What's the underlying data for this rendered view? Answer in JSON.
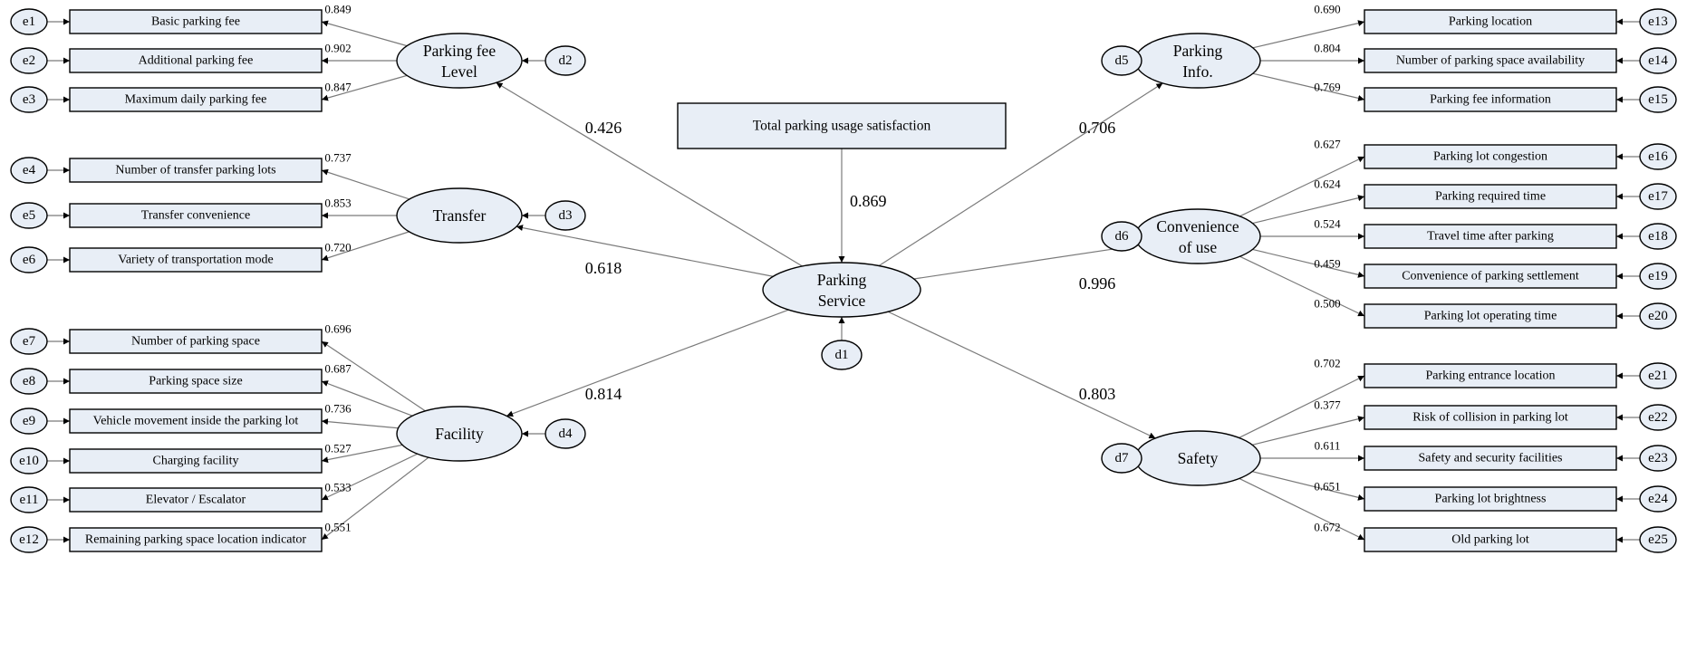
{
  "outcome": {
    "label": "Total parking usage satisfaction",
    "coef": "0.869"
  },
  "central": {
    "lines": [
      "Parking",
      "Service"
    ],
    "disturbance": "d1"
  },
  "factors": [
    {
      "id": "fee",
      "lines": [
        "Parking  fee",
        "Level"
      ],
      "disturbance": "d2",
      "path_coef": "0.426",
      "indicators": [
        {
          "err": "e1",
          "label": "Basic parking fee",
          "loading": "0.849"
        },
        {
          "err": "e2",
          "label": "Additional parking fee",
          "loading": "0.902"
        },
        {
          "err": "e3",
          "label": "Maximum daily parking fee",
          "loading": "0.847"
        }
      ]
    },
    {
      "id": "transfer",
      "lines": [
        "Transfer"
      ],
      "disturbance": "d3",
      "path_coef": "0.618",
      "indicators": [
        {
          "err": "e4",
          "label": "Number of transfer parking lots",
          "loading": "0.737"
        },
        {
          "err": "e5",
          "label": "Transfer convenience",
          "loading": "0.853"
        },
        {
          "err": "e6",
          "label": "Variety of transportation mode",
          "loading": "0.720"
        }
      ]
    },
    {
      "id": "facility",
      "lines": [
        "Facility"
      ],
      "disturbance": "d4",
      "path_coef": "0.814",
      "indicators": [
        {
          "err": "e7",
          "label": "Number of parking space",
          "loading": "0.696"
        },
        {
          "err": "e8",
          "label": "Parking space size",
          "loading": "0.687"
        },
        {
          "err": "e9",
          "label": "Vehicle movement inside the parking lot",
          "loading": "0.736"
        },
        {
          "err": "e10",
          "label": "Charging facility",
          "loading": "0.527"
        },
        {
          "err": "e11",
          "label": "Elevator / Escalator",
          "loading": "0.533"
        },
        {
          "err": "e12",
          "label": "Remaining parking space location indicator",
          "loading": "0.551"
        }
      ]
    },
    {
      "id": "info",
      "lines": [
        "Parking",
        "Info."
      ],
      "disturbance": "d5",
      "path_coef": "0.706",
      "indicators": [
        {
          "err": "e13",
          "label": "Parking location",
          "loading": "0.690"
        },
        {
          "err": "e14",
          "label": "Number of parking space availability",
          "loading": "0.804"
        },
        {
          "err": "e15",
          "label": "Parking fee information",
          "loading": "0.769"
        }
      ]
    },
    {
      "id": "convenience",
      "lines": [
        "Convenience",
        "of use"
      ],
      "disturbance": "d6",
      "path_coef": "0.996",
      "indicators": [
        {
          "err": "e16",
          "label": "Parking lot congestion",
          "loading": "0.627"
        },
        {
          "err": "e17",
          "label": "Parking required time",
          "loading": "0.624"
        },
        {
          "err": "e18",
          "label": "Travel time after parking",
          "loading": "0.524"
        },
        {
          "err": "e19",
          "label": "Convenience of parking settlement",
          "loading": "0.459"
        },
        {
          "err": "e20",
          "label": "Parking lot operating time",
          "loading": "0.500"
        }
      ]
    },
    {
      "id": "safety",
      "lines": [
        "Safety"
      ],
      "disturbance": "d7",
      "path_coef": "0.803",
      "indicators": [
        {
          "err": "e21",
          "label": "Parking entrance location",
          "loading": "0.702"
        },
        {
          "err": "e22",
          "label": "Risk of collision in parking lot",
          "loading": "0.377"
        },
        {
          "err": "e23",
          "label": "Safety and security facilities",
          "loading": "0.611"
        },
        {
          "err": "e24",
          "label": "Parking lot brightness",
          "loading": "0.651"
        },
        {
          "err": "e25",
          "label": "Old parking lot",
          "loading": "0.672"
        }
      ]
    }
  ]
}
